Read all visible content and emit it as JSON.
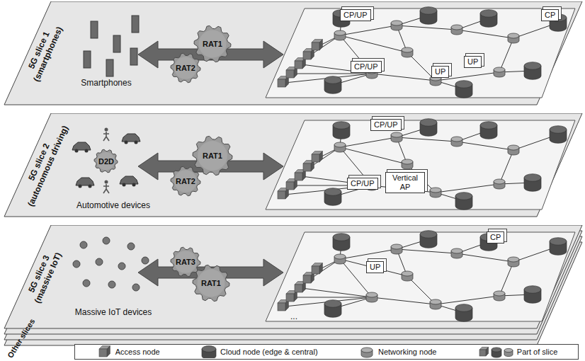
{
  "diagram": {
    "nodes": [
      {
        "text": [
          "5G slice 1 (smartphones)"
        ]
      },
      {
        "text": [
          "RAT1"
        ],
        "in": 0
      },
      {
        "text": [
          "RAT2"
        ],
        "in": 0
      },
      {
        "text": [
          "CP/UP"
        ],
        "in": 0
      },
      {
        "text": [
          "CP"
        ],
        "in": 0
      },
      {
        "text": [
          "CP/UP"
        ],
        "in": 0
      },
      {
        "text": [
          "UP"
        ],
        "in": 0
      },
      {
        "text": [
          "UP"
        ],
        "in": 0
      },
      {
        "text": [
          "5G slice 2 (autonomous driving)"
        ]
      },
      {
        "text": [
          "D2D"
        ],
        "in": 8
      },
      {
        "text": [
          "RAT1"
        ],
        "in": 8
      },
      {
        "text": [
          "RAT2"
        ],
        "in": 8
      },
      {
        "text": [
          "CP/UP"
        ],
        "in": 8
      },
      {
        "text": [
          "CP/UP"
        ],
        "in": 8
      },
      {
        "text": [
          "Vertical AP"
        ],
        "in": 8
      },
      {
        "text": [
          "5G slice 3 (massive IoT)"
        ]
      },
      {
        "text": [
          "RAT3"
        ],
        "in": 15
      },
      {
        "text": [
          "RAT1"
        ],
        "in": 15
      },
      {
        "text": [
          "CP"
        ],
        "in": 15
      },
      {
        "text": [
          "UP"
        ],
        "in": 15
      },
      {
        "text": [
          "Other slices"
        ]
      }
    ],
    "labels": [
      "Smartphones",
      "Automotive devices",
      "Massive IoT devices",
      "..."
    ],
    "legend": [
      {
        "text": "Access node"
      },
      {
        "text": "Cloud node (edge & central)"
      },
      {
        "text": "Networking node"
      },
      {
        "text": "Part of slice"
      }
    ]
  }
}
